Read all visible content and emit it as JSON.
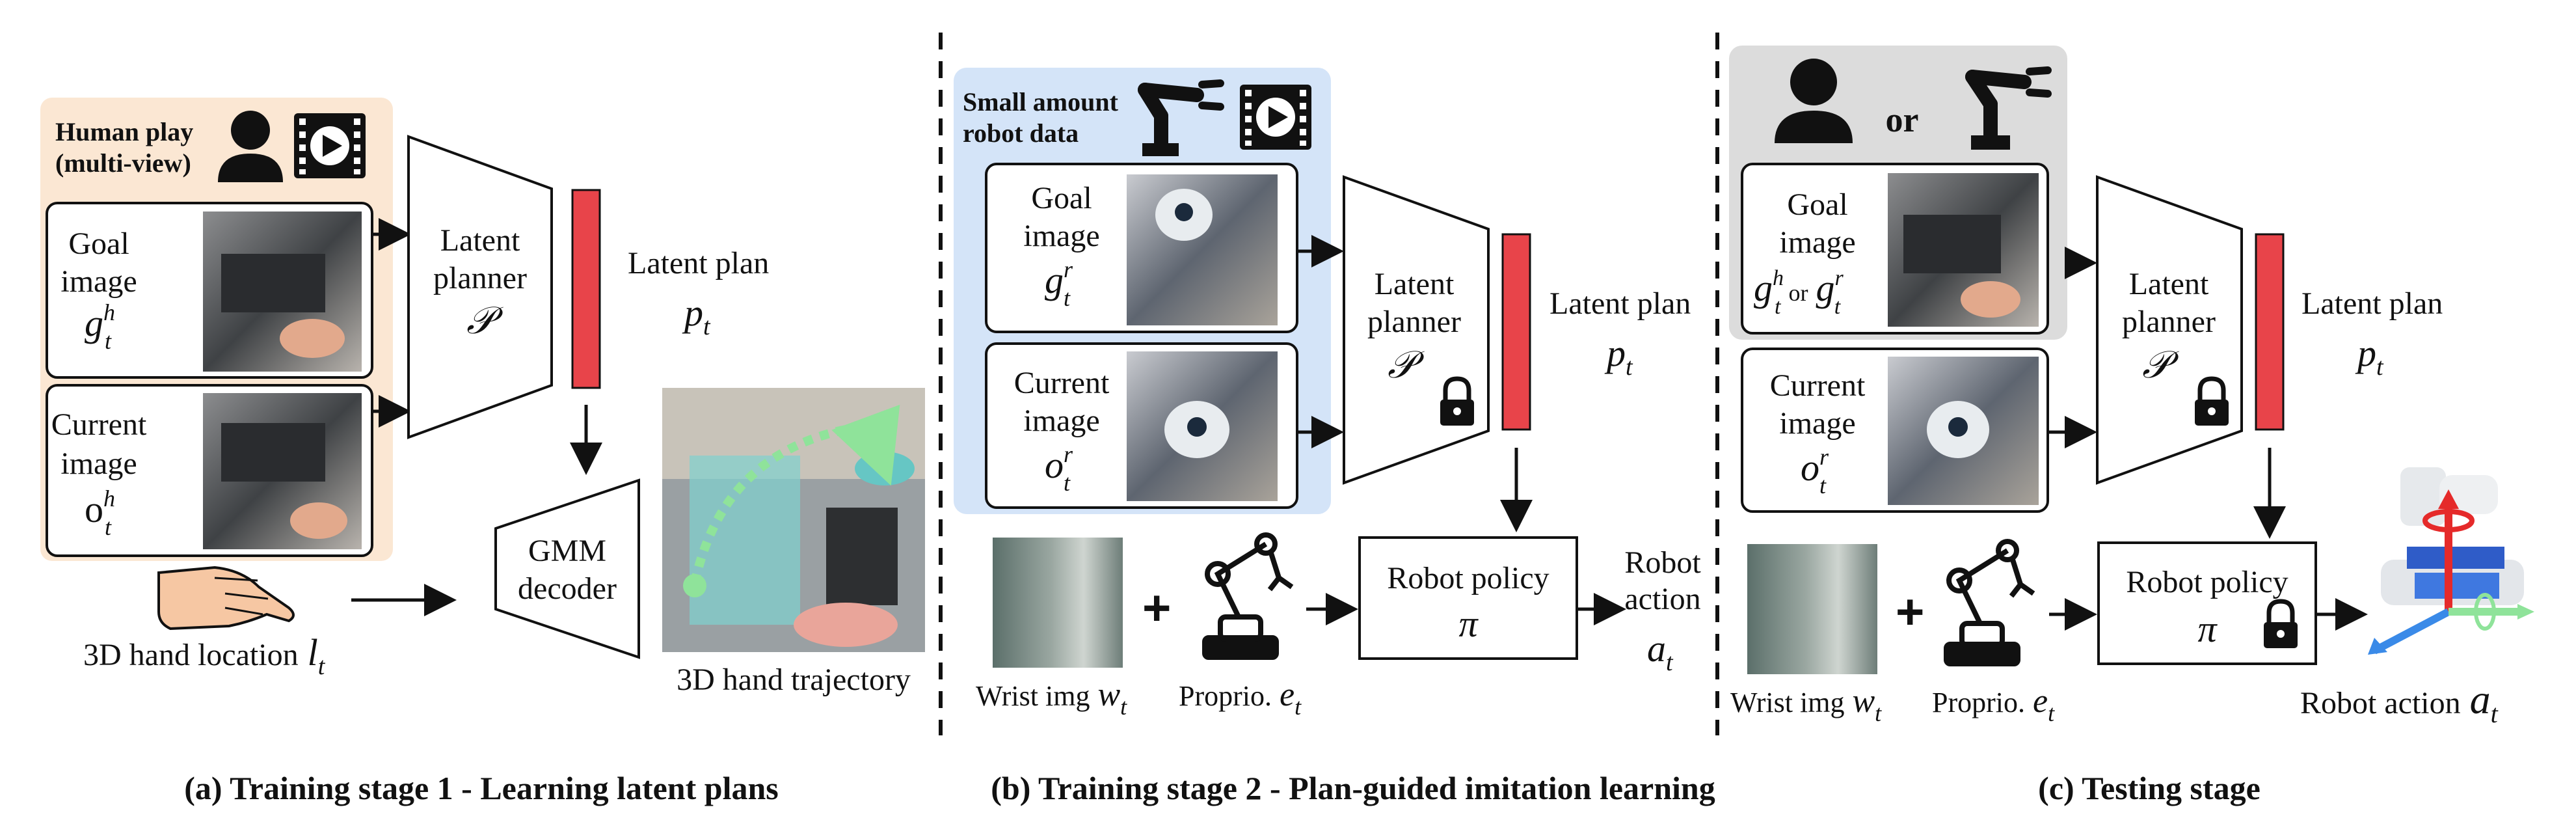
{
  "stage_a": {
    "header_line1": "Human play",
    "header_line2": "(multi-view)",
    "goal_line1": "Goal",
    "goal_line2": "image",
    "goal_sym": "g",
    "goal_sup": "h",
    "goal_sub": "t",
    "current_line1": "Current",
    "current_line2": "image",
    "current_sym": "o",
    "current_sup": "h",
    "current_sub": "t",
    "planner_line1": "Latent",
    "planner_line2": "planner",
    "planner_sym": "𝒫",
    "plan_label": "Latent plan",
    "plan_sym": "p",
    "plan_sub": "t",
    "decoder_line1": "GMM",
    "decoder_line2": "decoder",
    "hand_label": "3D hand location",
    "hand_sym": "l",
    "hand_sub": "t",
    "trajectory_label": "3D hand trajectory",
    "caption": "(a) Training stage 1 - Learning latent plans"
  },
  "stage_b": {
    "header_line1": "Small amount",
    "header_line2": "robot data",
    "goal_line1": "Goal",
    "goal_line2": "image",
    "goal_sym": "g",
    "goal_sup": "r",
    "goal_sub": "t",
    "current_line1": "Current",
    "current_line2": "image",
    "current_sym": "o",
    "current_sup": "r",
    "current_sub": "t",
    "planner_line1": "Latent",
    "planner_line2": "planner",
    "planner_sym": "𝒫",
    "plan_label": "Latent plan",
    "plan_sym": "p",
    "plan_sub": "t",
    "policy_line1": "Robot policy",
    "policy_sym": "π",
    "action_line1": "Robot",
    "action_line2": "action",
    "action_sym": "a",
    "action_sub": "t",
    "wrist_label": "Wrist img",
    "wrist_sym": "w",
    "wrist_sub": "t",
    "proprio_label": "Proprio.",
    "proprio_sym": "e",
    "proprio_sub": "t",
    "caption": "(b) Training stage 2 - Plan-guided imitation learning"
  },
  "stage_c": {
    "or_label": "or",
    "goal_line1": "Goal",
    "goal_line2": "image",
    "goal_sym_a": "g",
    "goal_sup_a": "h",
    "goal_sub_a": "t",
    "goal_or": "or",
    "goal_sym_b": "g",
    "goal_sup_b": "r",
    "goal_sub_b": "t",
    "current_line1": "Current",
    "current_line2": "image",
    "current_sym": "o",
    "current_sup": "r",
    "current_sub": "t",
    "planner_line1": "Latent",
    "planner_line2": "planner",
    "planner_sym": "𝒫",
    "plan_label": "Latent plan",
    "plan_sym": "p",
    "plan_sub": "t",
    "policy_line1": "Robot policy",
    "policy_sym": "π",
    "action_label": "Robot action",
    "action_sym": "a",
    "action_sub": "t",
    "wrist_label": "Wrist img",
    "wrist_sym": "w",
    "wrist_sub": "t",
    "proprio_label": "Proprio.",
    "proprio_sym": "e",
    "proprio_sub": "t",
    "caption": "(c) Testing stage"
  },
  "colors": {
    "human_panel": "#fbe7d3",
    "robot_panel": "#d4e4f8",
    "test_panel": "#dcdcdc",
    "latent_plan_bar": "#e8444a",
    "trajectory_dots": "#8fe39a"
  }
}
